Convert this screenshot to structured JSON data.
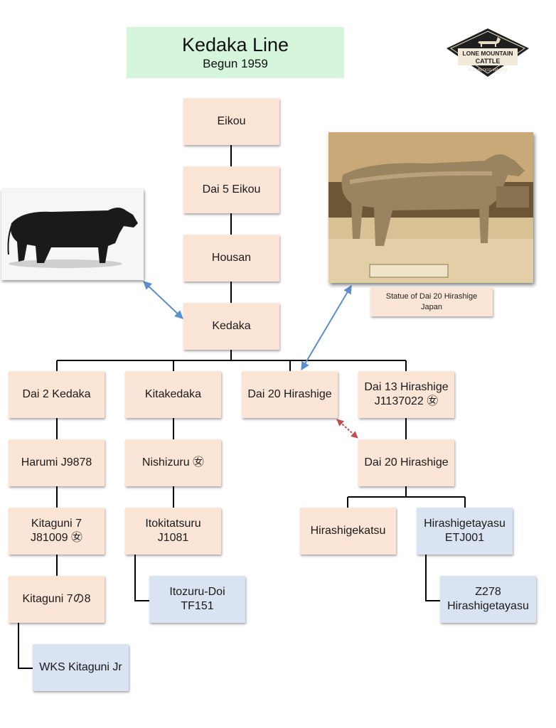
{
  "header": {
    "title": "Kedaka Line",
    "subtitle": "Begun 1959"
  },
  "logo": {
    "text_top": "LONE MOUNTAIN",
    "text_mid": "CATTLE",
    "text_bottom": "FULLBLOOD WAGYU"
  },
  "caption": {
    "line1": "Statue of Dai 20 Hirashige",
    "line2": "Japan"
  },
  "nodes": {
    "eikou": {
      "line1": "Eikou"
    },
    "dai5eikou": {
      "line1": "Dai 5 Eikou"
    },
    "housan": {
      "line1": "Housan"
    },
    "kedaka": {
      "line1": "Kedaka"
    },
    "dai2kedaka": {
      "line1": "Dai 2 Kedaka"
    },
    "kitakedaka": {
      "line1": "Kitakedaka"
    },
    "dai20hirashige_a": {
      "line1": "Dai 20 Hirashige"
    },
    "dai13hirashige": {
      "line1": "Dai 13 Hirashige",
      "line2": "J1137022 ㊛"
    },
    "harumi": {
      "line1": "Harumi J9878"
    },
    "nishizuru": {
      "line1": "Nishizuru ㊛"
    },
    "dai20hirashige_b": {
      "line1": "Dai 20 Hirashige"
    },
    "kitaguni7": {
      "line1": "Kitaguni 7",
      "line2": "J81009 ㊛"
    },
    "itokitatsuru": {
      "line1": "Itokitatsuru",
      "line2": "J1081"
    },
    "hirashigekatsu": {
      "line1": "Hirashigekatsu"
    },
    "hirashigetayasu": {
      "line1": "Hirashigetayasu",
      "line2": "ETJ001"
    },
    "kitaguni7no8": {
      "line1": "Kitaguni 7の8"
    },
    "itozuru_doi": {
      "line1": "Itozuru-Doi",
      "line2": "TF151"
    },
    "z278": {
      "line1": "Z278",
      "line2": "Hirashigetayasu"
    },
    "wks_kitaguni": {
      "line1": "WKS Kitaguni Jr"
    }
  },
  "colors": {
    "node_fill": "#fbe5d6",
    "node_fill_blue": "#dae3f1",
    "title_fill": "#d5f5dc",
    "connector": "#000000",
    "photo_arrow": "#5b8fc9",
    "relation_arrow": "#c0504d"
  }
}
